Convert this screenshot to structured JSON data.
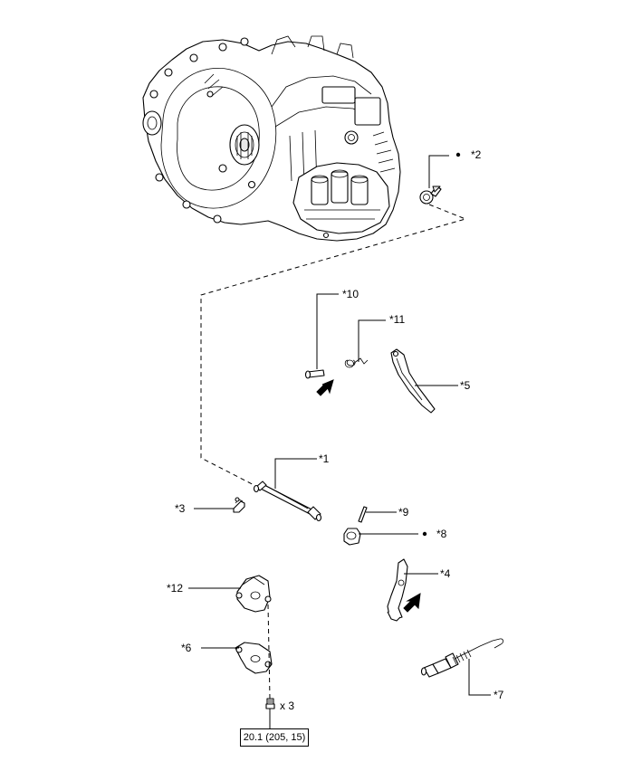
{
  "callouts": {
    "c1": "*1",
    "c2": "*2",
    "c3": "*3",
    "c4": "*4",
    "c5": "*5",
    "c6": "*6",
    "c7": "*7",
    "c8": "*8",
    "c9": "*9",
    "c10": "*10",
    "c11": "*11",
    "c12": "*12"
  },
  "bolt_quantity": "x 3",
  "torque_spec": "20.1 (205, 15)"
}
